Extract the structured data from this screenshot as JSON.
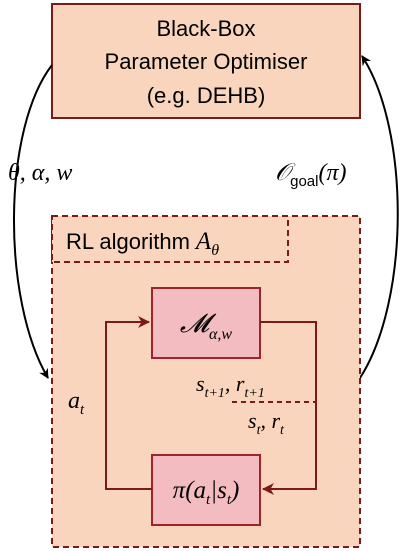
{
  "colors": {
    "box_fill": "#f9d5bd",
    "box_stroke": "#7a1a1a",
    "inner_fill": "#f3bcc0",
    "inner_stroke": "#a0232b",
    "arrow_dark": "#7a1a1a",
    "arrow_black": "#000000"
  },
  "optimiser": {
    "line1": "Black-Box",
    "line2": "Parameter Optimiser",
    "line3": "(e.g. DEHB)"
  },
  "left_arrow_label": "θ, α, w",
  "right_arrow_label": {
    "main": "𝒪",
    "sub": "goal",
    "tail": "(π)"
  },
  "rl_label": {
    "text": "RL algorithm",
    "symbol": "A",
    "sub": "θ"
  },
  "env_box": {
    "symbol": "𝓜",
    "sub": "α,w"
  },
  "policy_box": {
    "text": "π(a",
    "sub": "t",
    "mid": "|s",
    "sub2": "t",
    "end": ")"
  },
  "action_label": {
    "main": "a",
    "sub": "t"
  },
  "next_state_label": {
    "s": "s",
    "s_sub": "t+1",
    "r": "r",
    "r_sub": "t+1"
  },
  "state_label": {
    "s": "s",
    "s_sub": "t",
    "r": "r",
    "r_sub": "t"
  }
}
